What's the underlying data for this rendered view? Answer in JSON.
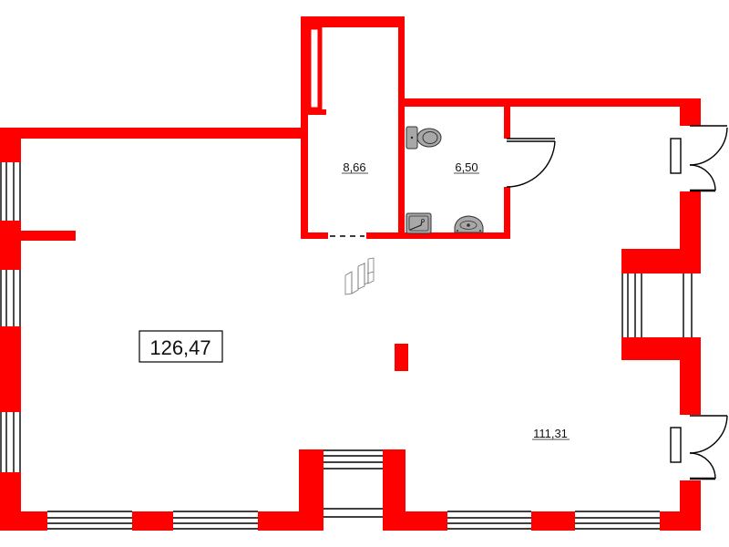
{
  "colors": {
    "wall": "#ff0000",
    "fixture_fill": "#a8a8a8",
    "line": "#000000",
    "background": "#ffffff"
  },
  "rooms": {
    "main_total": {
      "label": "126,47",
      "boxed": true
    },
    "storage": {
      "label": "8,66"
    },
    "bathroom": {
      "label": "6,50"
    },
    "hall": {
      "label": "111,31"
    }
  },
  "icons": {
    "toilet": "toilet-icon",
    "bathroom_sink": "sink-icon",
    "accessible_sink": "accessible-sink-icon",
    "stairs": "stairs-icon"
  }
}
